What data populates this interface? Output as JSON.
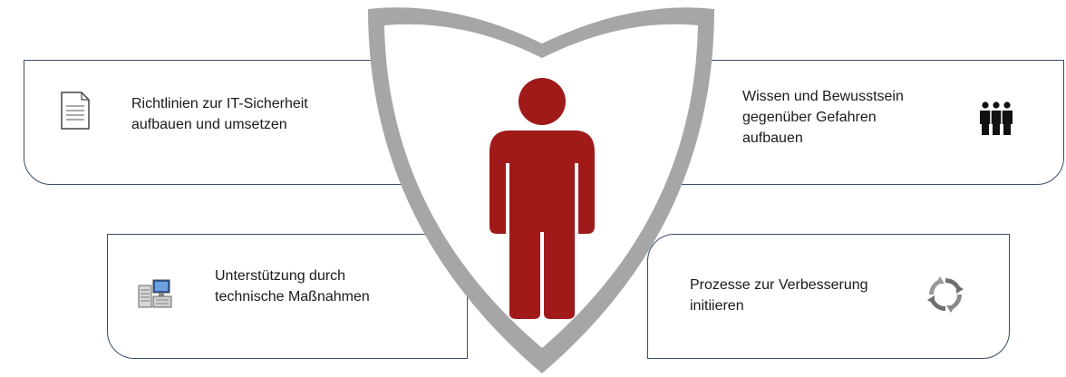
{
  "cards": {
    "top_left": {
      "text": "Richtlinien zur IT-Sicherheit\naufbauen und umsetzen",
      "icon": "document-icon"
    },
    "top_right": {
      "text": "Wissen und Bewusstsein\ngegenüber Gefahren\naufbauen",
      "icon": "people-group-icon"
    },
    "bottom_left": {
      "text": "Unterstützung durch\ntechnische Maßnahmen",
      "icon": "server-computer-icon"
    },
    "bottom_right": {
      "text": "Prozesse zur Verbesserung\ninitiieren",
      "icon": "cycle-arrows-icon"
    }
  },
  "colors": {
    "card_border": "#3a4a6b",
    "shield": "#a6a6a6",
    "person": "#a01a1a"
  }
}
